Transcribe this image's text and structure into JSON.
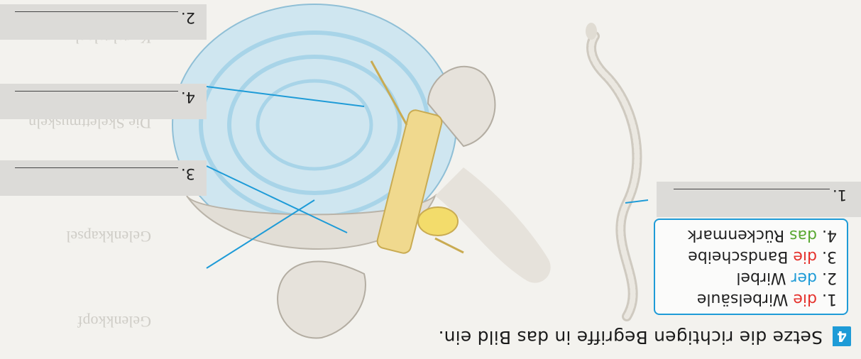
{
  "task": {
    "number": "4",
    "instruction": "Setze die richtigen Begriffe in das Bild ein."
  },
  "word_bank": [
    {
      "index": "1.",
      "article": "die",
      "article_color": "#e5322d",
      "noun": "Wirbelsäule"
    },
    {
      "index": "2.",
      "article": "der",
      "article_color": "#1e9bd7",
      "noun": "Wirbel"
    },
    {
      "index": "3.",
      "article": "die",
      "article_color": "#e5322d",
      "noun": "Bandscheibe"
    },
    {
      "index": "4.",
      "article": "das",
      "article_color": "#5aa832",
      "noun": "Rückenmark"
    }
  ],
  "answer_labels": {
    "one": "1.",
    "two": "2.",
    "three": "3.",
    "four": "4."
  },
  "background_text": {
    "line1": "Gelenkkopf",
    "line2": "Gelenkkapsel",
    "line3": "Die Skelettmuskeln",
    "line4": "Kugelgelenk"
  },
  "colors": {
    "accent_blue": "#1e9bd7",
    "answer_box": "#dcdbd8",
    "bone": "#e8e5df",
    "disc": "#bfe0ee",
    "spinal_cord": "#f3da8a"
  },
  "icons": {
    "spine": "spine-illustration",
    "vertebra": "vertebra-illustration"
  }
}
